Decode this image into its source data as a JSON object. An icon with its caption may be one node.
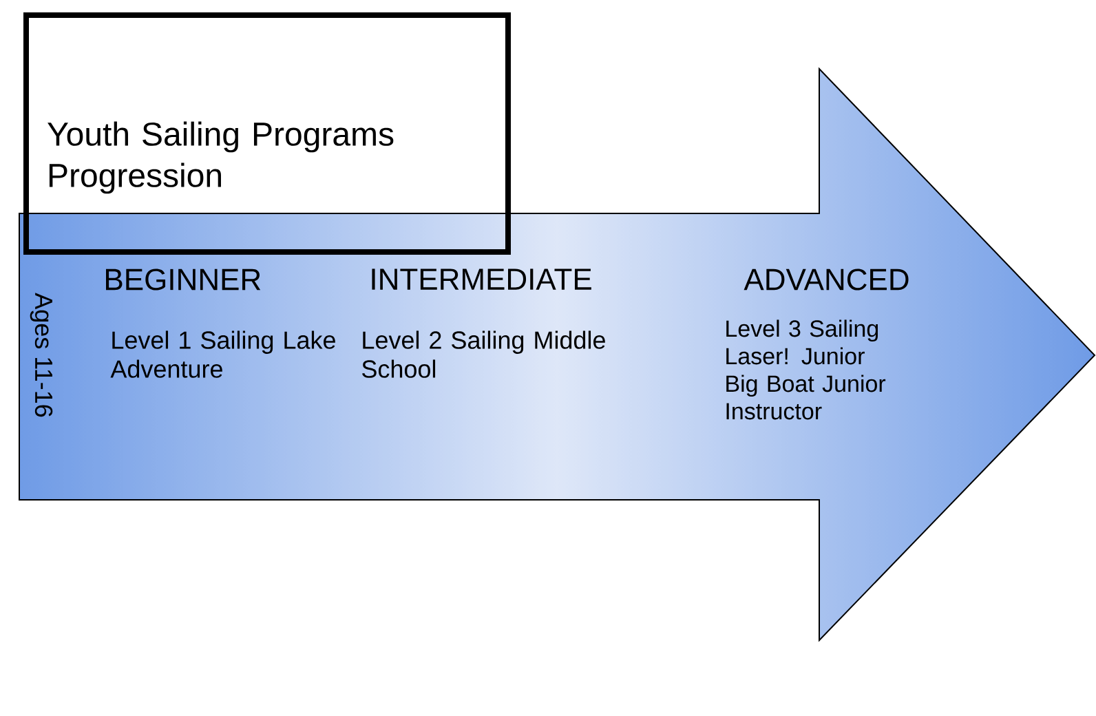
{
  "diagram": {
    "nodes": [
      {
        "text": [
          "Youth Sailing Programs Progression"
        ]
      },
      {
        "text": [
          "Ages 11-16",
          "BEGINNER",
          "Level 1 Sailing Lake Adventure",
          "INTERMEDIATE",
          "Level 2 Sailing Middle School",
          "ADVANCED",
          "Level 3 Sailing Laser! Junior Big Boat Junior Instructor"
        ]
      }
    ]
  }
}
